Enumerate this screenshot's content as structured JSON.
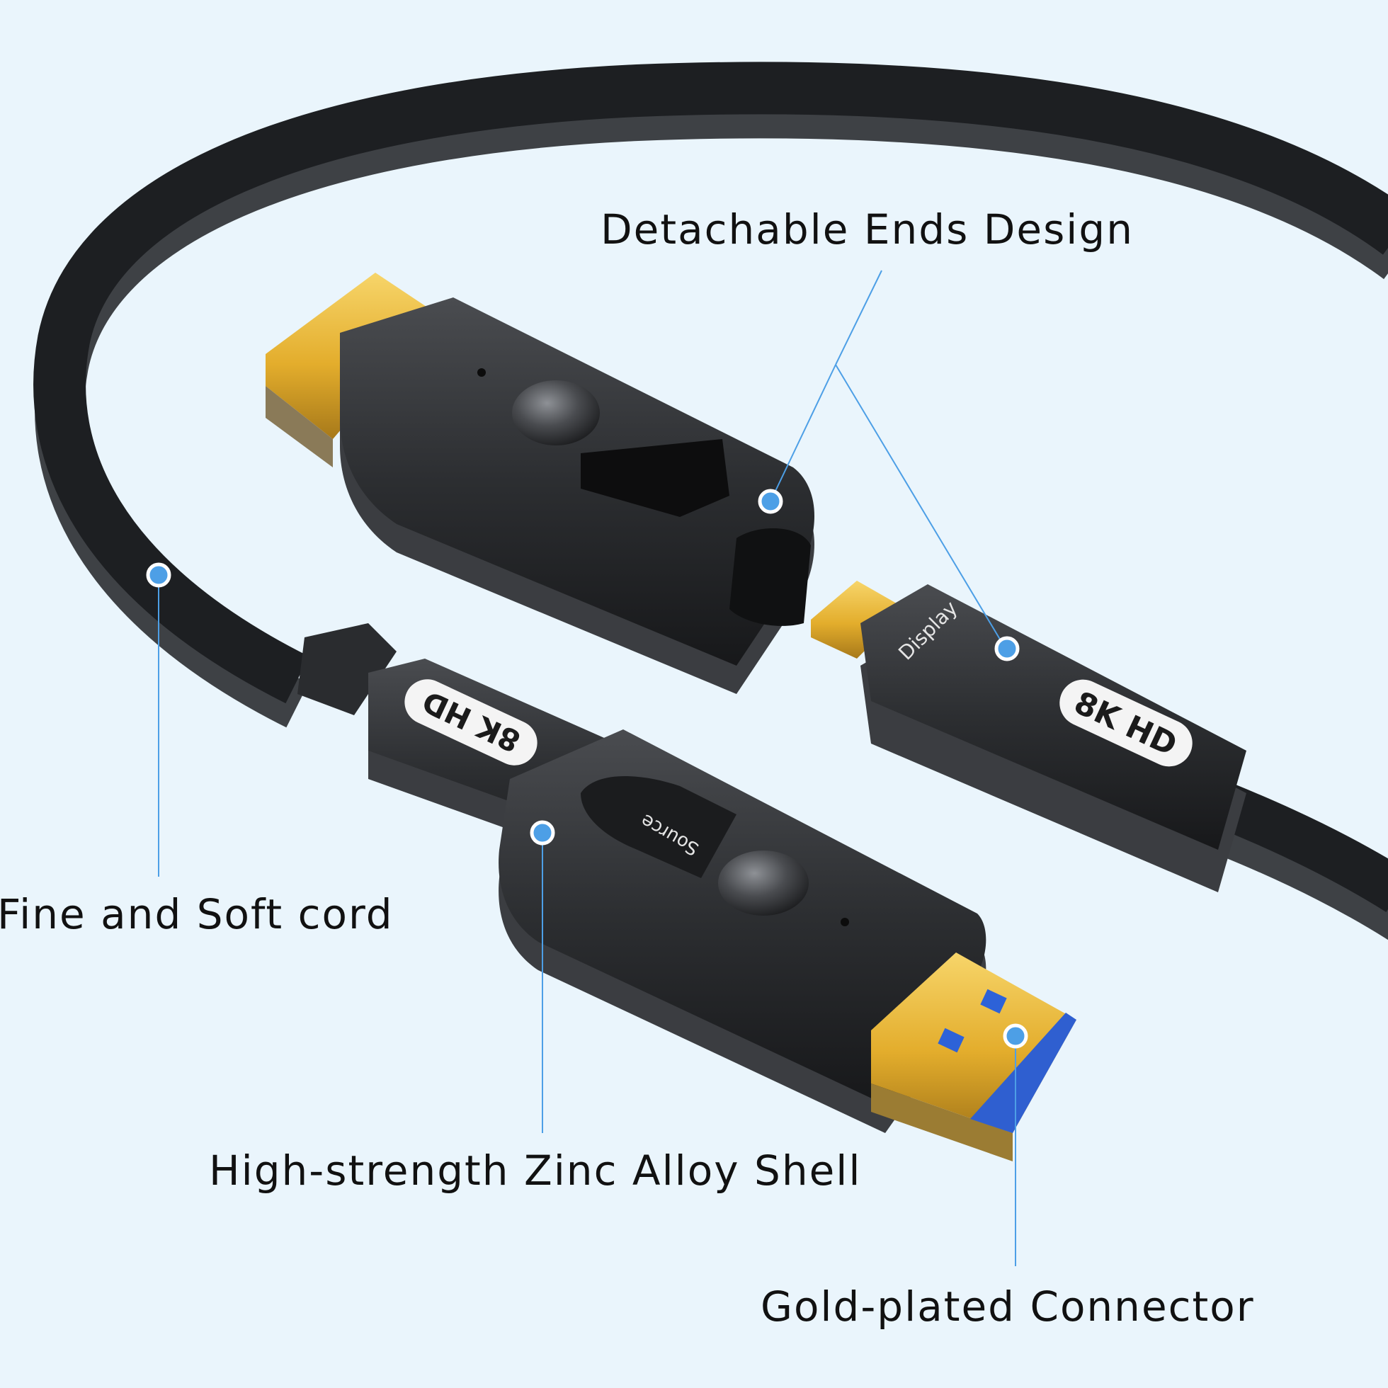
{
  "labels": {
    "detachable": "Detachable Ends Design",
    "cord": "Fine and Soft cord",
    "shell": "High-strength Zinc Alloy Shell",
    "connector": "Gold-plated Connector"
  },
  "product_text": {
    "badge_top": "8K HD",
    "badge_right": "8K HD",
    "display": "Display",
    "source": "Source"
  },
  "colors": {
    "background": "#eaf5fc",
    "cable": "#1d1f22",
    "shell": "#2c2e31",
    "gold": "#e1b33a",
    "blue_contacts": "#2f5fd0",
    "callout": "#4d9fe6"
  }
}
